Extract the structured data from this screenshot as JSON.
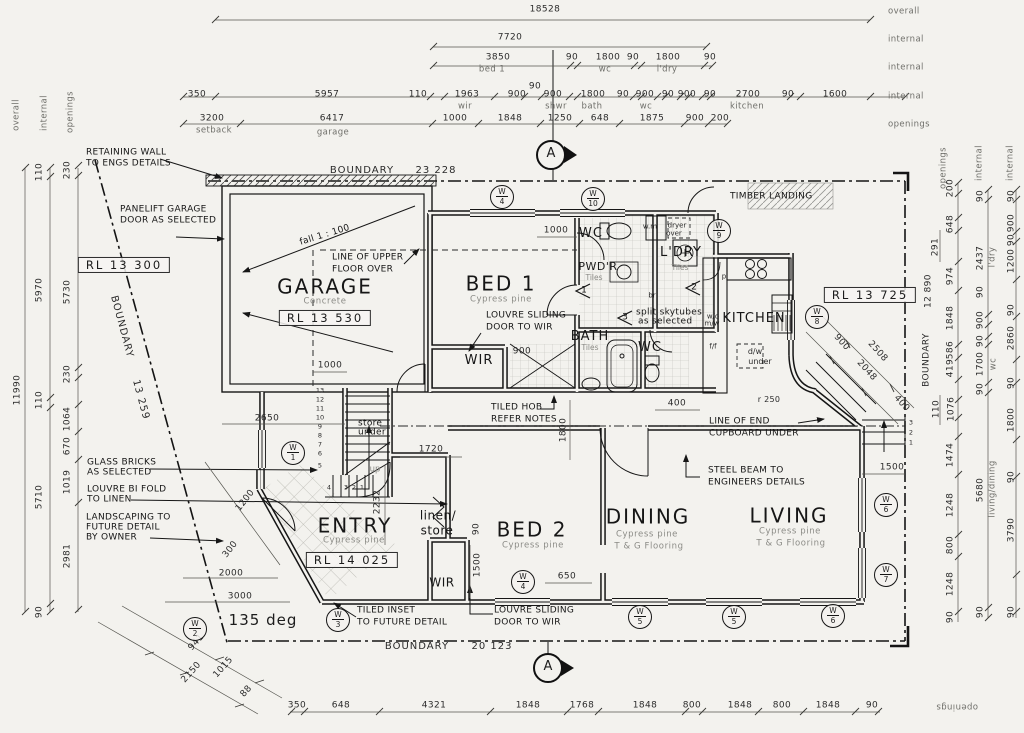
{
  "td": {
    "overall": "18528",
    "internal_a": "7720",
    "row_bed": [
      "3850",
      "90",
      "1800",
      "90",
      "1800",
      "90"
    ],
    "row_bed_names": [
      "bed 1",
      "wc",
      "l'dry"
    ],
    "row_mid": [
      "350",
      "5957",
      "110",
      "1963",
      "900",
      "90",
      "900",
      "1800",
      "90",
      "900",
      "90",
      "900",
      "90",
      "2700",
      "90",
      "1600"
    ],
    "row_mid_names": [
      "wir",
      "shwr",
      "bath",
      "wc",
      "kitchen"
    ],
    "row_open": [
      "3200",
      "6417",
      "1000",
      "1848",
      "1250",
      "648",
      "1875",
      "900",
      "200"
    ],
    "row_open_names": [
      "setback",
      "garage"
    ],
    "right_labels": [
      "overall",
      "internal",
      "internal",
      "internal",
      "openings"
    ],
    "left_labels": [
      "overall",
      "internal",
      "openings"
    ]
  },
  "ld": {
    "overall": "11990",
    "internal": [
      "110",
      "5970",
      "110",
      "5710",
      "90"
    ],
    "openings": [
      "230",
      "5730",
      "230",
      "1064",
      "670",
      "1019",
      "2981"
    ]
  },
  "rd": {
    "col_labels": [
      "openings",
      "internal",
      "internal"
    ],
    "boundary_label": "BOUNDARY",
    "boundary_value": "12 890",
    "openings": [
      "200",
      "648",
      "291",
      "974",
      "1848",
      "586",
      "419",
      "110",
      "1076",
      "1474",
      "1248",
      "800",
      "1248",
      "90"
    ],
    "internal_a": [
      "90",
      "2437",
      "90",
      "900",
      "90",
      "1700",
      "90",
      "5680",
      "90"
    ],
    "internal_a_names": [
      "l'dry",
      "wc",
      "living/dining"
    ],
    "internal_b": [
      "90",
      "900",
      "90",
      "1200",
      "90",
      "2860",
      "90",
      "1800",
      "90",
      "3790",
      "90"
    ],
    "bottom_label": "openings"
  },
  "bd": {
    "boundary_label": "BOUNDARY",
    "boundary_value": "20 123",
    "row": [
      "350",
      "648",
      "4321",
      "1848",
      "1768",
      "1848",
      "800",
      "1848",
      "800",
      "1848",
      "90"
    ],
    "diag": [
      "941",
      "1015",
      "2150",
      "88"
    ],
    "angle": "135 deg"
  },
  "bo": {
    "top_label": "BOUNDARY",
    "top_value": "23 228",
    "left_label": "BOUNDARY",
    "left_value": "13 259"
  },
  "rm": {
    "garage": "GARAGE",
    "garage_sub": "Concrete",
    "bed1": "BED 1",
    "bed1_sub": "Cypress pine",
    "wir1": "WIR",
    "wc1": "WC",
    "pwdr": "PWD'R",
    "pwdr_sub": "Tiles",
    "ldry": "L'DRY",
    "ldry_sub": "Tiles",
    "bath": "BATH",
    "bath_sub": "Tiles",
    "wc2": "WC",
    "kitchen": "KITCHEN",
    "timber": "TIMBER LANDING",
    "entry": "ENTRY",
    "entry_sub": "Cypress pine",
    "linen1": "linen/",
    "linen2": "store",
    "bed2": "BED 2",
    "bed2_sub": "Cypress pine",
    "wir2": "WIR",
    "dining": "DINING",
    "dining_sub1": "Cypress pine",
    "dining_sub2": "T & G Flooring",
    "living": "LIVING",
    "living_sub1": "Cypress pine",
    "living_sub2": "T & G Flooring"
  },
  "rl": {
    "site": "RL 13 300",
    "garage": "RL 13 530",
    "entry": "RL 14 025",
    "landing": "RL 13 725"
  },
  "nt": {
    "retaining": [
      "RETAINING WALL",
      "TO ENGS DETAILS"
    ],
    "panelift": [
      "PANELIFT GARAGE",
      "DOOR AS SELECTED"
    ],
    "fall": "fall  1 : 100",
    "upper": [
      "LINE OF UPPER",
      "FLOOR OVER"
    ],
    "louvre1": [
      "LOUVRE SLIDING",
      "DOOR TO WIR"
    ],
    "skytubes": [
      "split  skytubes",
      "as selected"
    ],
    "glass": [
      "GLASS BRICKS",
      "AS SELECTED"
    ],
    "linen": [
      "LOUVRE BI FOLD",
      "TO LINEN"
    ],
    "landscape": [
      "LANDSCAPING TO",
      "FUTURE DETAIL",
      "BY OWNER"
    ],
    "hob": [
      "TILED HOB",
      "REFER NOTES"
    ],
    "inset": [
      "TILED INSET",
      "TO FUTURE DETAIL"
    ],
    "louvre2": [
      "LOUVRE SLIDING",
      "DOOR TO WIR"
    ],
    "endcup": [
      "LINE OF END",
      "CUPBOARD UNDER"
    ],
    "steel": [
      "STEEL BEAM TO",
      "ENGINEERS DETAILS"
    ],
    "store": [
      "store",
      "under"
    ],
    "up": "up",
    "wm": "w.m",
    "dryer": [
      "dryer",
      "over"
    ],
    "wo": "w/o",
    "mw": "m/w",
    "ff": "f/f",
    "dw": [
      "d/w",
      "under"
    ],
    "p": "p",
    "br": "br",
    "r250": "r 250"
  },
  "pd": {
    "g1000": "1000",
    "b1000": "1000",
    "hall2650": "2650",
    "wir900": "900",
    "v1800": "1800",
    "wc400": "400",
    "stair1720": "1720",
    "entry2232": "2232",
    "bed290": "90",
    "bed21500": "1500",
    "bed2650": "650",
    "p1200": "1200",
    "p300": "300",
    "p2000": "2000",
    "p3000": "3000",
    "land1500": "1500",
    "dk900": "900",
    "dk2508": "2508",
    "dk2048": "2048",
    "dk400": "400"
  },
  "wn": [
    [
      "W",
      "4"
    ],
    [
      "W",
      "10"
    ],
    [
      "W",
      "9"
    ],
    [
      "W",
      "8"
    ],
    [
      "W",
      "1"
    ],
    [
      "W",
      "2"
    ],
    [
      "W",
      "3"
    ],
    [
      "W",
      "4"
    ],
    [
      "W",
      "5"
    ],
    [
      "W",
      "5"
    ],
    [
      "W",
      "6"
    ],
    [
      "W",
      "6"
    ],
    [
      "W",
      "7"
    ]
  ],
  "sm": {
    "label": "A"
  },
  "st": {
    "upper": [
      "13",
      "12",
      "11",
      "10",
      "9",
      "8",
      "7",
      "6",
      "5"
    ],
    "lower": [
      "4",
      "3",
      "2",
      "1"
    ],
    "side": [
      "3",
      "2",
      "1"
    ]
  },
  "dn": [
    "1",
    "2",
    "3"
  ]
}
